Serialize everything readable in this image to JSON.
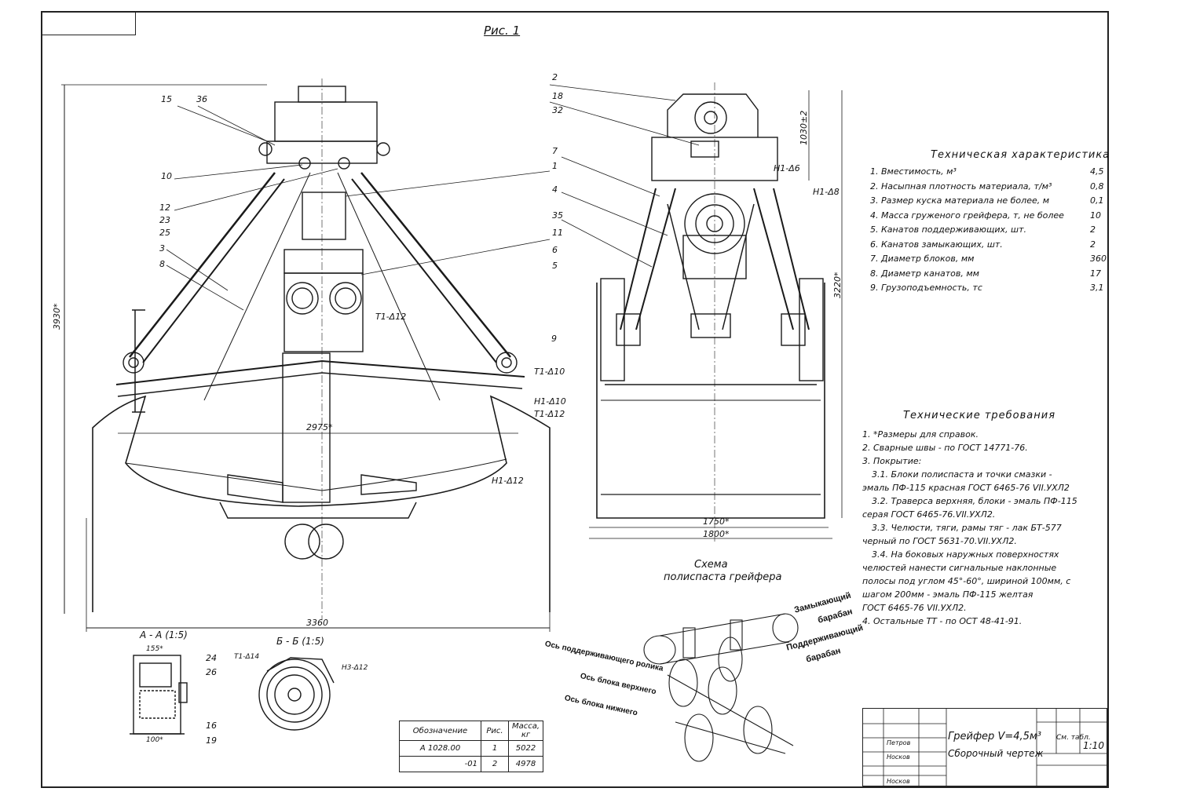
{
  "figure_label": "Рис. 1",
  "dims": {
    "height_main": "3930*",
    "width_main": "3360",
    "width_inner": "2975*",
    "right_width_inner": "1750*",
    "right_width_outer": "1800*",
    "right_height": "3220*",
    "right_top_h": "1030±2"
  },
  "section_labels": {
    "aa": "А - А (1:5)",
    "bb": "Б - Б (1:5)",
    "aa_dim_top": "155*",
    "aa_dim_bottom": "100*",
    "bb_weld1": "Т1-Δ14",
    "bb_weld2": "Н3-Δ12"
  },
  "callouts": [
    "15",
    "36",
    "10",
    "12",
    "23",
    "25",
    "3",
    "8",
    "1",
    "4",
    "35",
    "11",
    "6",
    "5",
    "2",
    "18",
    "32",
    "7",
    "24",
    "26",
    "16",
    "19",
    "9"
  ],
  "weld_marks": [
    "Т1-Δ12",
    "Т1-Δ10",
    "Н1-Δ10",
    "Т1-Δ12",
    "Н1-Δ12",
    "Н1-Δ6",
    "Н1-Δ8"
  ],
  "tech_spec": {
    "heading": "Техническая характеристика",
    "items": [
      {
        "text": "1. Вместимость, м³",
        "value": "4,5"
      },
      {
        "text": "2. Насыпная плотность материала, т/м³",
        "value": "0,8"
      },
      {
        "text": "3. Размер куска материала не более, м",
        "value": "0,1"
      },
      {
        "text": "4. Масса груженого грейфера, т, не более",
        "value": "10"
      },
      {
        "text": "5. Канатов поддерживающих, шт.",
        "value": "2"
      },
      {
        "text": "6. Канатов замыкающих, шт.",
        "value": "2"
      },
      {
        "text": "7. Диаметр блоков, мм",
        "value": "360"
      },
      {
        "text": "8. Диаметр канатов, мм",
        "value": "17"
      },
      {
        "text": "9. Грузоподъемность, тс",
        "value": "3,1"
      }
    ]
  },
  "tech_req": {
    "heading": "Технические требования",
    "lines": [
      "1. *Размеры для справок.",
      "2. Сварные швы - по ГОСТ 14771-76.",
      "3. Покрытие:",
      "3.1. Блоки полиспаста и точки смазки -",
      "эмаль ПФ-115 красная   ГОСТ 6465-76 VII.УХЛ2",
      "3.2. Траверса верхняя, блоки - эмаль ПФ-115",
      "серая  ГОСТ 6465-76.VII.УХЛ2.",
      "3.3. Челюсти, тяги, рамы тяг - лак БТ-577",
      "черный по ГОСТ 5631-70.VII.УХЛ2.",
      "3.4. На боковых наружных поверхностях",
      "челюстей нанести сигнальные наклонные",
      "полосы под углом 45°-60°, шириной 100мм, с",
      "шагом 200мм - эмаль ПФ-115 желтая",
      "ГОСТ 6465-76 VII.УХЛ2.",
      "4. Остальные  ТТ - по  ОСТ 48-41-91."
    ]
  },
  "scheme": {
    "title1": "Схема",
    "title2": "полиспаста  грейфера",
    "closing_drum1": "Замыкающий",
    "closing_drum2": "барабан",
    "support_drum1": "Поддерживающий",
    "support_drum2": "барабан",
    "axis_roller": "Ось поддерживающего ролика",
    "axis_upper": "Ось блока верхнего",
    "axis_lower": "Ось блока нижнего"
  },
  "mass_table": {
    "headers": [
      "Обозначение",
      "Рис.",
      "Масса, кг"
    ],
    "rows": [
      [
        "А 1028.00",
        "1",
        "5022"
      ],
      [
        "-01",
        "2",
        "4978"
      ]
    ]
  },
  "title_block": {
    "name": "Грейфер V=4,5м³",
    "doc": "Сборочный чертеж",
    "scale": "1:10",
    "see": "См. табл.",
    "person1": "Петров",
    "person2": "Носков",
    "person3": "Носков"
  }
}
